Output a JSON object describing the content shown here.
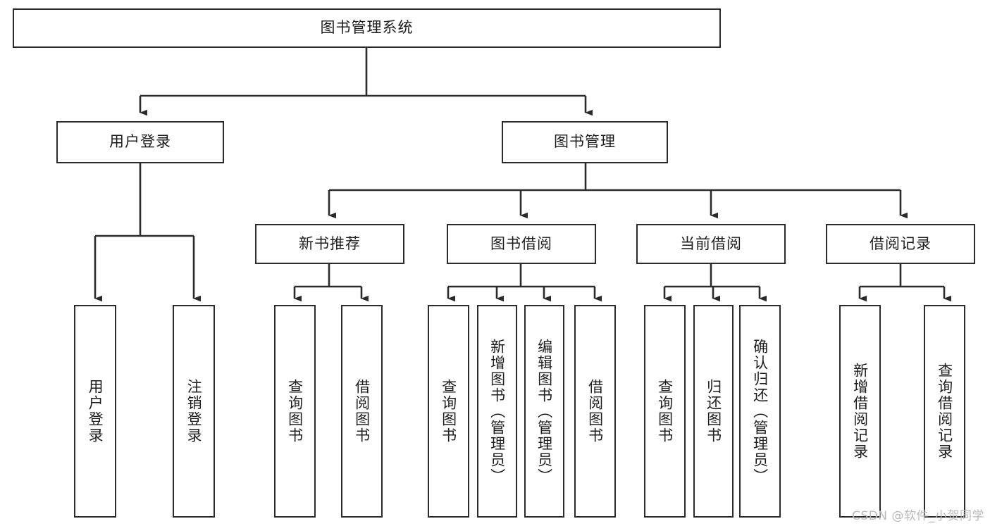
{
  "diagram": {
    "title": "图书管理系统",
    "type": "tree-hierarchy-diagram",
    "colors": {
      "box_border": "#2b2b2b",
      "box_fill": "#ffffff",
      "connector": "#2b2b2b",
      "text": "#1d1d1d",
      "watermark": "#b9b9b9"
    },
    "root": {
      "label": "图书管理系统"
    },
    "level2": [
      {
        "label": "用户登录"
      },
      {
        "label": "图书管理"
      }
    ],
    "level3": [
      {
        "label": "新书推荐"
      },
      {
        "label": "图书借阅"
      },
      {
        "label": "当前借阅"
      },
      {
        "label": "借阅记录"
      }
    ],
    "leaves": {
      "user_login": [
        {
          "label": "用户登录"
        },
        {
          "label": "注销登录"
        }
      ],
      "new_book_recommend": [
        {
          "label": "查询图书"
        },
        {
          "label": "借阅图书"
        }
      ],
      "book_borrow": [
        {
          "label": "查询图书"
        },
        {
          "label": "新增图书（管理员）"
        },
        {
          "label": "编辑图书（管理员）"
        },
        {
          "label": "借阅图书"
        }
      ],
      "current_borrow": [
        {
          "label": "查询图书"
        },
        {
          "label": "归还图书"
        },
        {
          "label": "确认归还（管理员）"
        }
      ],
      "borrow_record": [
        {
          "label": "新增借阅记录"
        },
        {
          "label": "查询借阅记录"
        }
      ]
    }
  },
  "watermark": {
    "text": "CSDN @软件_小贺同学"
  }
}
